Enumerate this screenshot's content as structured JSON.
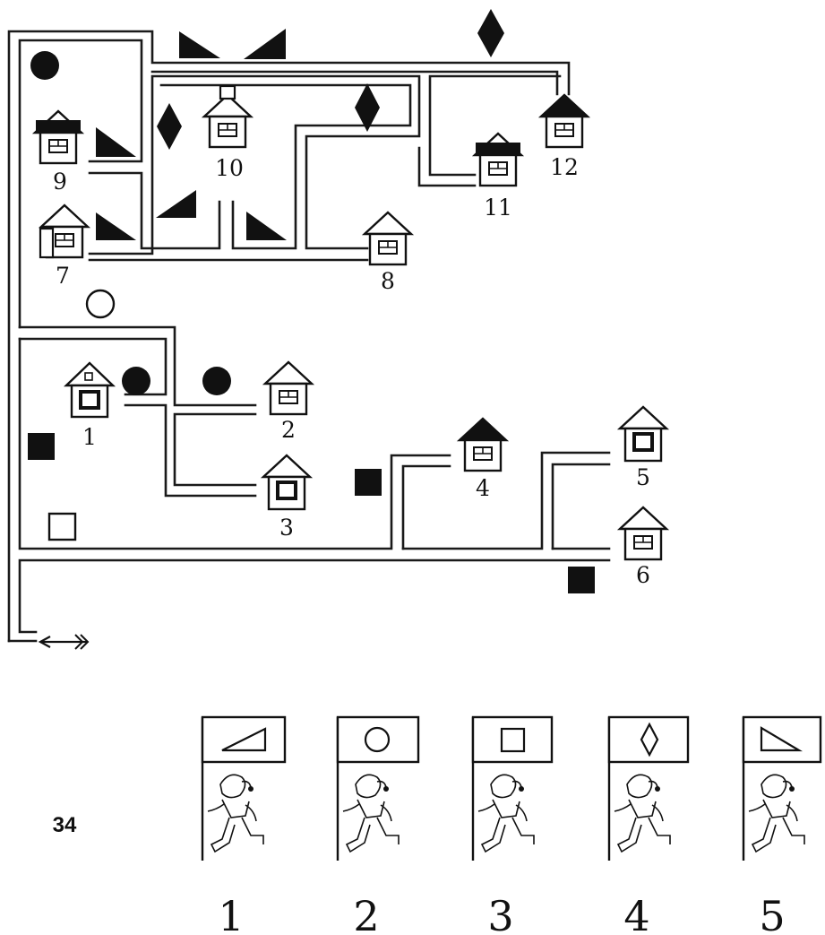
{
  "house_labels": {
    "h1": "1",
    "h2": "2",
    "h3": "3",
    "h4": "4",
    "h5": "5",
    "h6": "6",
    "h7": "7",
    "h8": "8",
    "h9": "9",
    "h10": "10",
    "h11": "11",
    "h12": "12"
  },
  "page_number": "34",
  "runners": [
    {
      "label": "1",
      "flag_shape": "right-triangle-up"
    },
    {
      "label": "2",
      "flag_shape": "circle"
    },
    {
      "label": "3",
      "flag_shape": "square"
    },
    {
      "label": "4",
      "flag_shape": "diamond"
    },
    {
      "label": "5",
      "flag_shape": "right-triangle-down"
    }
  ],
  "colors": {
    "ink": "#111111",
    "paper": "#ffffff"
  }
}
